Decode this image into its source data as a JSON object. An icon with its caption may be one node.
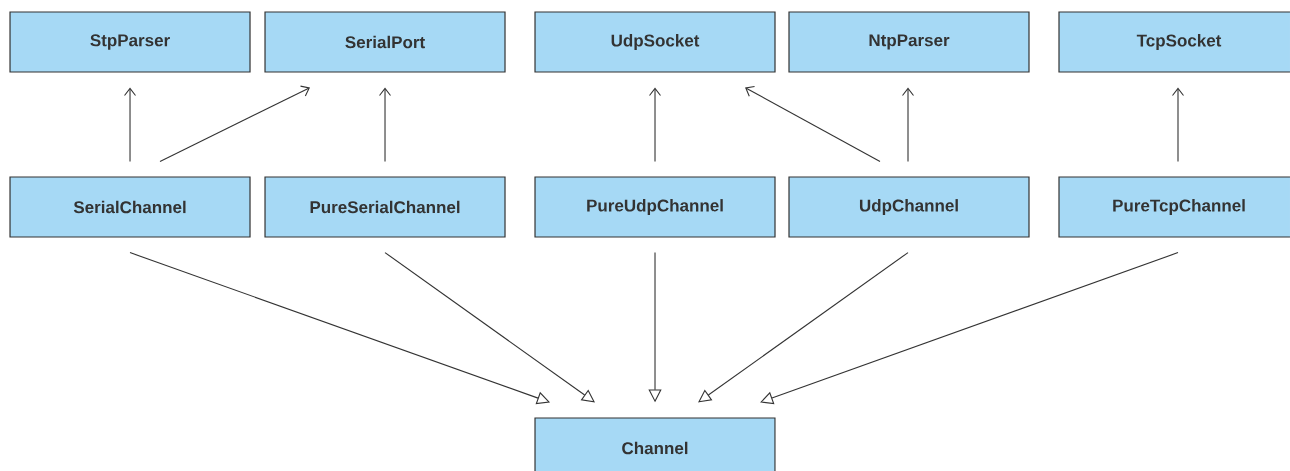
{
  "diagram": {
    "nodes": [
      {
        "text": [
          "StpParser"
        ]
      },
      {
        "text": [
          "SerialPort"
        ]
      },
      {
        "text": [
          "UdpSocket"
        ]
      },
      {
        "text": [
          "NtpParser"
        ]
      },
      {
        "text": [
          "TcpSocket"
        ]
      },
      {
        "text": [
          "SerialChannel"
        ]
      },
      {
        "text": [
          "PureSerialChannel"
        ]
      },
      {
        "text": [
          "PureUdpChannel"
        ]
      },
      {
        "text": [
          "UdpChannel"
        ]
      },
      {
        "text": [
          "PureTcpChannel"
        ]
      },
      {
        "text": [
          "Channel"
        ]
      }
    ],
    "edges": [
      {
        "from": 5,
        "to": 0,
        "arrow": "to"
      },
      {
        "from": 5,
        "to": 1,
        "arrow": "to"
      },
      {
        "from": 6,
        "to": 1,
        "arrow": "to"
      },
      {
        "from": 7,
        "to": 2,
        "arrow": "to"
      },
      {
        "from": 8,
        "to": 2,
        "arrow": "to"
      },
      {
        "from": 8,
        "to": 3,
        "arrow": "to"
      },
      {
        "from": 9,
        "to": 4,
        "arrow": "to"
      },
      {
        "from": 5,
        "to": 10,
        "arrow": "to"
      },
      {
        "from": 6,
        "to": 10,
        "arrow": "to"
      },
      {
        "from": 7,
        "to": 10,
        "arrow": "to"
      },
      {
        "from": 8,
        "to": 10,
        "arrow": "to"
      },
      {
        "from": 9,
        "to": 10,
        "arrow": "to"
      }
    ]
  }
}
